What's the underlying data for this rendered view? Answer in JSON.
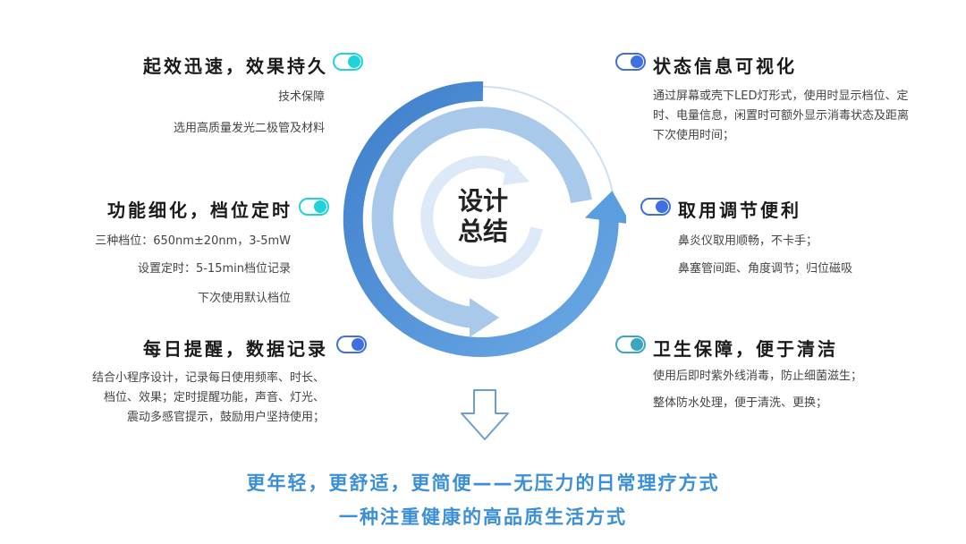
{
  "center": {
    "line1": "设计",
    "line2": "总结"
  },
  "blocks": {
    "b1": {
      "title": "起效迅速，效果持久",
      "lines": [
        "技术保障",
        "选用高质量发光二极管及材料"
      ]
    },
    "b2": {
      "title": "功能细化，档位定时",
      "lines": [
        "三种档位：650nm±20nm，3-5mW",
        "设置定时：5-15min档位记录",
        "下次使用默认档位"
      ]
    },
    "b3": {
      "title": "每日提醒，数据记录",
      "lines": [
        "结合小程序设计，记录每日使用频率、时长、",
        "档位、效果；定时提醒功能，声音、灯光、",
        "震动多感官提示，鼓励用户坚持使用；"
      ]
    },
    "b4": {
      "title": "状态信息可视化",
      "lines": [
        "通过屏幕或壳下LED灯形式，使用时显示档位、定",
        "时、电量信息，闲置时可额外显示消毒状态及距离",
        "下次使用时间；"
      ]
    },
    "b5": {
      "title": "取用调节便利",
      "lines": [
        "鼻炎仪取用顺畅，不卡手；",
        "鼻塞管间距、角度调节；归位磁吸"
      ]
    },
    "b6": {
      "title": "卫生保障，便于清洁",
      "lines": [
        "使用后即时紫外线消毒，防止细菌滋生；",
        "整体防水处理，便于清洗、更换；"
      ]
    }
  },
  "footer": {
    "line1": "更年轻，更舒适，更简便——无压力的日常理疗方式",
    "line2": "一种注重健康的高品质生活方式"
  },
  "colors": {
    "cyan": "#1fd3d8",
    "blue": "#3f6fe0",
    "teal": "#3aa6c0",
    "ring_dark": "#4f8fd2",
    "ring_mid": "#a8c8ea",
    "ring_light": "#dde9f6"
  }
}
